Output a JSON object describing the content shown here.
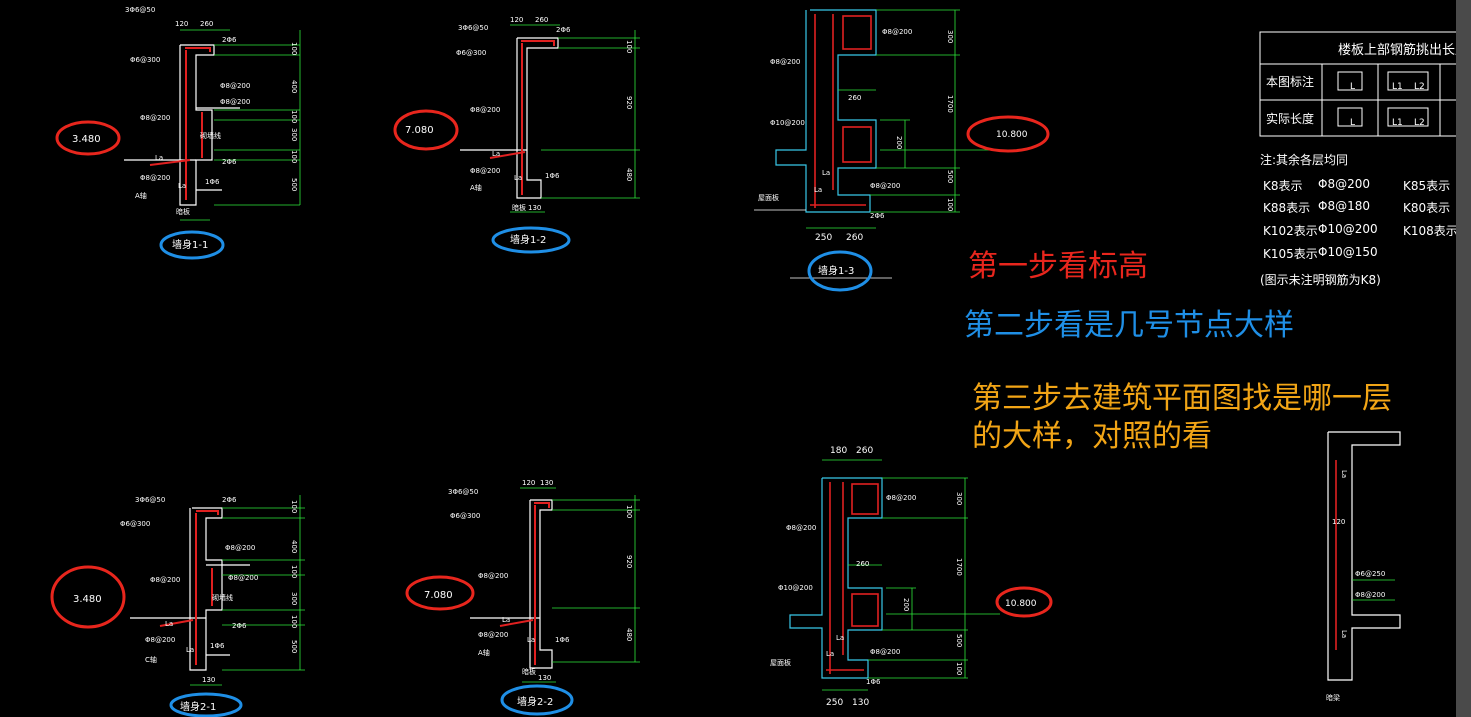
{
  "annotations": {
    "step1": "第一步看标高",
    "step2": "第二步看是几号节点大样",
    "step3_line1": "第三步去建筑平面图找是哪一层",
    "step3_line2": "的大样，对照的看"
  },
  "details": [
    {
      "title": "墙身1-1",
      "elevation": "3.480",
      "dims": [
        "120",
        "260",
        "100",
        "400",
        "100",
        "300",
        "100",
        "500"
      ],
      "rebar": [
        "3Φ6@50",
        "Φ6@300",
        "Φ8@200",
        "Φ8@200",
        "Φ8@200",
        "2Φ6",
        "2Φ6",
        "1Φ6",
        "Φ8@200"
      ],
      "labels": [
        "La",
        "La",
        "A轴",
        "砌墙线",
        "暗板"
      ]
    },
    {
      "title": "墙身1-2",
      "elevation": "7.080",
      "dims": [
        "120",
        "260",
        "100",
        "920",
        "480",
        "130"
      ],
      "rebar": [
        "3Φ6@50",
        "Φ6@300",
        "Φ8@200",
        "Φ8@200",
        "2Φ6",
        "1Φ6"
      ],
      "labels": [
        "La",
        "La",
        "A轴",
        "暗板"
      ]
    },
    {
      "title": "墙身1-3",
      "elevation": "10.800",
      "dims": [
        "300",
        "1700",
        "200",
        "500",
        "100",
        "260",
        "250",
        "260"
      ],
      "rebar": [
        "Φ8@200",
        "Φ8@200",
        "Φ10@200",
        "Φ8@200",
        "2Φ6"
      ],
      "labels": [
        "La",
        "La",
        "屋面板"
      ]
    },
    {
      "title": "墙身2-1",
      "elevation": "3.480",
      "dims": [
        "100",
        "400",
        "100",
        "300",
        "100",
        "500",
        "130"
      ],
      "rebar": [
        "3Φ6@50",
        "Φ6@300",
        "Φ8@200",
        "Φ8@200",
        "Φ8@200",
        "2Φ6",
        "2Φ6",
        "1Φ6",
        "Φ8@200"
      ],
      "labels": [
        "La",
        "La",
        "C轴",
        "砌墙线"
      ]
    },
    {
      "title": "墙身2-2",
      "elevation": "7.080",
      "dims": [
        "120",
        "130",
        "100",
        "920",
        "480",
        "130"
      ],
      "rebar": [
        "3Φ6@50",
        "Φ6@300",
        "Φ8@200",
        "Φ8@200",
        "1Φ6"
      ],
      "labels": [
        "La",
        "La",
        "A轴",
        "暗板"
      ]
    },
    {
      "title": "",
      "elevation": "10.800",
      "dims": [
        "180",
        "260",
        "300",
        "1700",
        "200",
        "500",
        "100",
        "260",
        "250",
        "130"
      ],
      "rebar": [
        "Φ8@200",
        "Φ8@200",
        "Φ10@200",
        "Φ8@200",
        "1Φ6"
      ],
      "labels": [
        "La",
        "La",
        "屋面板"
      ]
    }
  ],
  "side_detail": {
    "dims": [
      "120"
    ],
    "rebar": [
      "Φ6@250",
      "Φ8@200"
    ],
    "labels": [
      "La",
      "La",
      "暗梁"
    ]
  },
  "table": {
    "title": "楼板上部钢筋挑出长度示",
    "rows": [
      {
        "label": "本图标注",
        "cells": [
          "L",
          "L1",
          "L2"
        ]
      },
      {
        "label": "实际长度",
        "cells": [
          "L",
          "L1",
          "L2"
        ]
      }
    ]
  },
  "notes": {
    "heading": "注:其余各层均同",
    "items": [
      {
        "code": "K8表示",
        "value": "Φ8@200"
      },
      {
        "code": "K88表示",
        "value": "Φ8@180"
      },
      {
        "code": "K102表示",
        "value": "Φ10@200"
      },
      {
        "code": "K105表示",
        "value": "Φ10@150"
      }
    ],
    "right_items": [
      "K85表示",
      "K80表示",
      "K108表示"
    ],
    "footer": "(图示未注明钢筋为K8)"
  },
  "colors": {
    "background": "#000000",
    "dimension": "#2ee83a",
    "outline": "#ffffff",
    "rebar": "#e02020",
    "cyan": "#38c8e8",
    "marker_red": "#e8261d",
    "marker_blue": "#1f8fe6",
    "text_orange": "#f2a516"
  }
}
